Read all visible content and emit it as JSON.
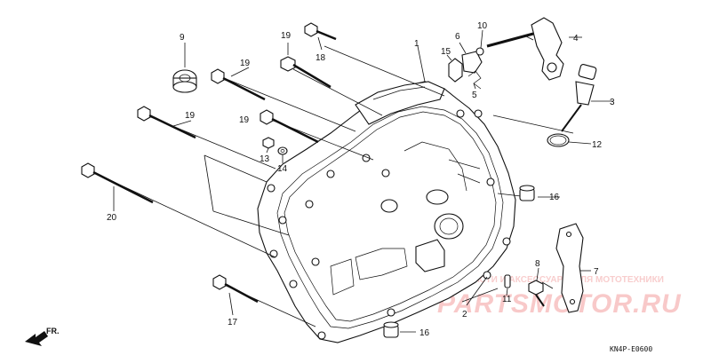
{
  "diagram": {
    "callouts": [
      {
        "id": "c1",
        "text": "1"
      },
      {
        "id": "c2",
        "text": "2"
      },
      {
        "id": "c3",
        "text": "3"
      },
      {
        "id": "c4",
        "text": "4"
      },
      {
        "id": "c5",
        "text": "5"
      },
      {
        "id": "c6",
        "text": "6"
      },
      {
        "id": "c7",
        "text": "7"
      },
      {
        "id": "c8",
        "text": "8"
      },
      {
        "id": "c9",
        "text": "9"
      },
      {
        "id": "c10",
        "text": "10"
      },
      {
        "id": "c11",
        "text": "11"
      },
      {
        "id": "c12",
        "text": "12"
      },
      {
        "id": "c13",
        "text": "13"
      },
      {
        "id": "c14",
        "text": "14"
      },
      {
        "id": "c15",
        "text": "15"
      },
      {
        "id": "c16a",
        "text": "16"
      },
      {
        "id": "c16b",
        "text": "16"
      },
      {
        "id": "c17",
        "text": "17"
      },
      {
        "id": "c18",
        "text": "18"
      },
      {
        "id": "c19a",
        "text": "19"
      },
      {
        "id": "c19b",
        "text": "19"
      },
      {
        "id": "c19c",
        "text": "19"
      },
      {
        "id": "c19d",
        "text": "19"
      },
      {
        "id": "c20",
        "text": "20"
      }
    ],
    "direction_marker": "FR.",
    "diagram_code": "KN4P-E0600",
    "watermark_line": "ЗАПЧАСТИ И АКСЕССУАРЫ ДЛЯ МОТОТЕХНИКИ",
    "watermark_brand": "PARTSMOTOR.RU"
  }
}
